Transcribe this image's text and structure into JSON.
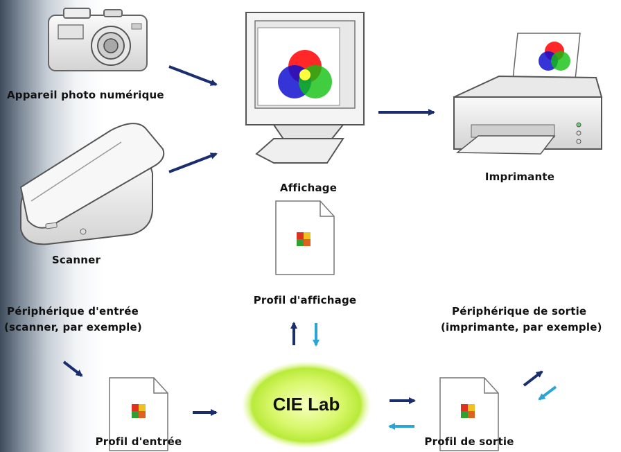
{
  "devices": {
    "camera_label": "Appareil photo numérique",
    "scanner_label": "Scanner",
    "display_label": "Affichage",
    "printer_label": "Imprimante"
  },
  "profiles": {
    "display_profile_label": "Profil d'affichage",
    "input_profile_label": "Profil d'entrée",
    "output_profile_label": "Profil de sortie"
  },
  "peripherals": {
    "input_line1": "Périphérique d'entrée",
    "input_line2": "(scanner, par exemple)",
    "output_line1": "Périphérique de sortie",
    "output_line2": "(imprimante, par exemple)"
  },
  "center": {
    "label": "CIE Lab"
  },
  "colors": {
    "arrow_dark": "#1a2e6e",
    "arrow_light": "#2aa6d6",
    "lab_glow": "#c8f040"
  }
}
